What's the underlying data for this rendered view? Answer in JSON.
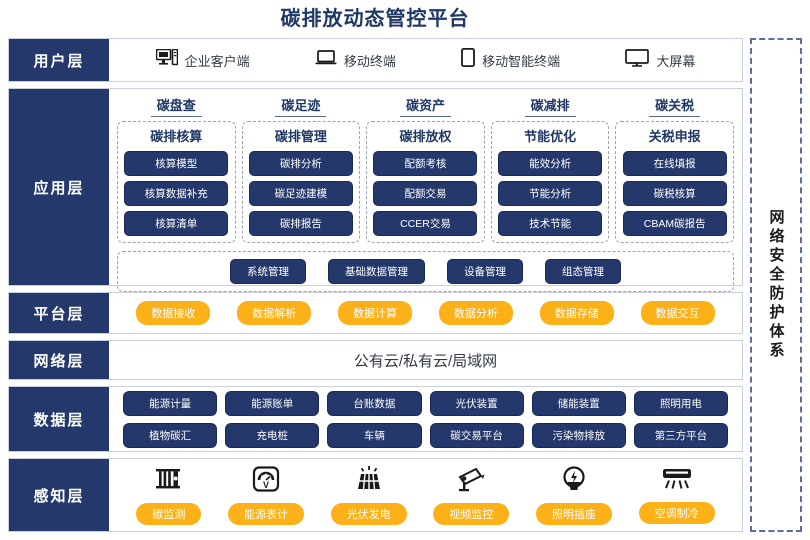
{
  "title": "碳排放动态管控平台",
  "security_band": {
    "label": "网络安全防护体系"
  },
  "layers": {
    "user": {
      "label": "用户层",
      "items": [
        {
          "label": "企业客户端",
          "icon": "desktop-tower-icon"
        },
        {
          "label": "移动终端",
          "icon": "laptop-icon"
        },
        {
          "label": "移动智能终端",
          "icon": "smartphone-icon"
        },
        {
          "label": "大屏幕",
          "icon": "large-screen-icon"
        }
      ]
    },
    "application": {
      "label": "应用层",
      "columns": [
        {
          "head": "碳盘查",
          "sub": "碳排核算",
          "items": [
            "核算模型",
            "核算数据补充",
            "核算清单"
          ]
        },
        {
          "head": "碳足迹",
          "sub": "碳排管理",
          "items": [
            "碳排分析",
            "碳足迹建模",
            "碳排报告"
          ]
        },
        {
          "head": "碳资产",
          "sub": "碳排放权",
          "items": [
            "配额考核",
            "配额交易",
            "CCER交易"
          ]
        },
        {
          "head": "碳减排",
          "sub": "节能优化",
          "items": [
            "能效分析",
            "节能分析",
            "技术节能"
          ]
        },
        {
          "head": "碳关税",
          "sub": "关税申报",
          "items": [
            "在线填报",
            "碳税核算",
            "CBAM碳报告"
          ]
        }
      ],
      "management": [
        "系统管理",
        "基础数据管理",
        "设备管理",
        "组态管理"
      ]
    },
    "platform": {
      "label": "平台层",
      "items": [
        "数据接收",
        "数据解析",
        "数据计算",
        "数据分析",
        "数据存储",
        "数据交互"
      ]
    },
    "network": {
      "label": "网络层",
      "text": "公有云/私有云/局域网"
    },
    "data": {
      "label": "数据层",
      "row1": [
        "能源计量",
        "能源账单",
        "台账数据",
        "光伏装置",
        "储能装置",
        "照明用电"
      ],
      "row2": [
        "植物碳汇",
        "充电桩",
        "车辆",
        "碳交易平台",
        "污染物排放",
        "第三方平台"
      ]
    },
    "sensing": {
      "label": "感知层",
      "items": [
        {
          "label": "碳监测",
          "icon": "carbon-monitor-icon"
        },
        {
          "label": "能源表计",
          "icon": "energy-meter-icon"
        },
        {
          "label": "光伏发电",
          "icon": "solar-panel-icon"
        },
        {
          "label": "视频监控",
          "icon": "cctv-camera-icon"
        },
        {
          "label": "照明插座",
          "icon": "light-bulb-icon"
        },
        {
          "label": "空调制冷",
          "icon": "air-conditioner-icon"
        }
      ]
    }
  },
  "colors": {
    "dark_blue": "#25386b",
    "title_blue": "#1f3864",
    "orange": "#fbb117",
    "dashed_border": "#9aa3b5"
  }
}
